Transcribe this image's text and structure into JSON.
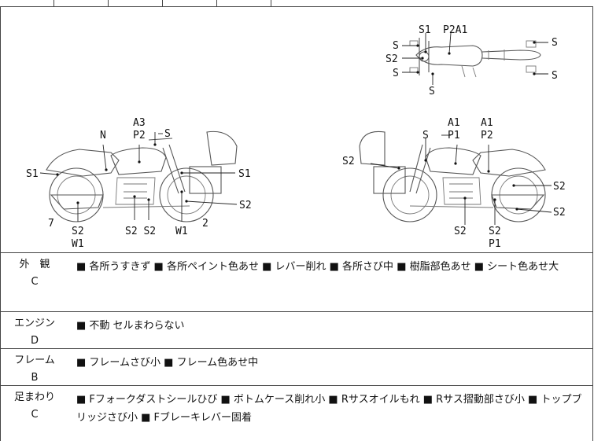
{
  "labels": {
    "top_view": [
      {
        "text": "S1"
      },
      {
        "text": "P2A1"
      },
      {
        "text": "S"
      },
      {
        "text": "S2"
      },
      {
        "text": "S"
      },
      {
        "text": "S"
      },
      {
        "text": "S"
      },
      {
        "text": "S"
      }
    ],
    "left_view": [
      {
        "text": "A3"
      },
      {
        "text": "P2"
      },
      {
        "text": "S"
      },
      {
        "text": "N"
      },
      {
        "text": "S1"
      },
      {
        "text": "S1"
      },
      {
        "text": "S2"
      },
      {
        "text": "7"
      },
      {
        "text": "S2"
      },
      {
        "text": "W1"
      },
      {
        "text": "S2 S2"
      },
      {
        "text": "W1"
      },
      {
        "text": "2"
      }
    ],
    "right_view": [
      {
        "text": "A1"
      },
      {
        "text": "P1"
      },
      {
        "text": "A1"
      },
      {
        "text": "P2"
      },
      {
        "text": "S"
      },
      {
        "text": "S2"
      },
      {
        "text": "S2"
      },
      {
        "text": "S2"
      },
      {
        "text": "S2"
      },
      {
        "text": "S2"
      },
      {
        "text": "P1"
      }
    ]
  },
  "sections": [
    {
      "name": "外　観",
      "grade": "C",
      "text": "■ 各所うすきず ■ 各所ペイント色あせ ■ レバー削れ ■ 各所さび中 ■ 樹脂部色あせ ■ シート色あせ大"
    },
    {
      "name": "エンジン",
      "grade": "D",
      "text": "■ 不動 セルまわらない"
    },
    {
      "name": "フレーム",
      "grade": "B",
      "text": "■ フレームさび小 ■ フレーム色あせ中"
    },
    {
      "name": "足まわり",
      "grade": "C",
      "text": "■ Fフォークダストシールひび ■ ボトムケース削れ小 ■ Rサスオイルもれ ■ Rサス摺動部さび小 ■ トップブリッジさび小 ■ Fブレーキレバー固着"
    }
  ]
}
